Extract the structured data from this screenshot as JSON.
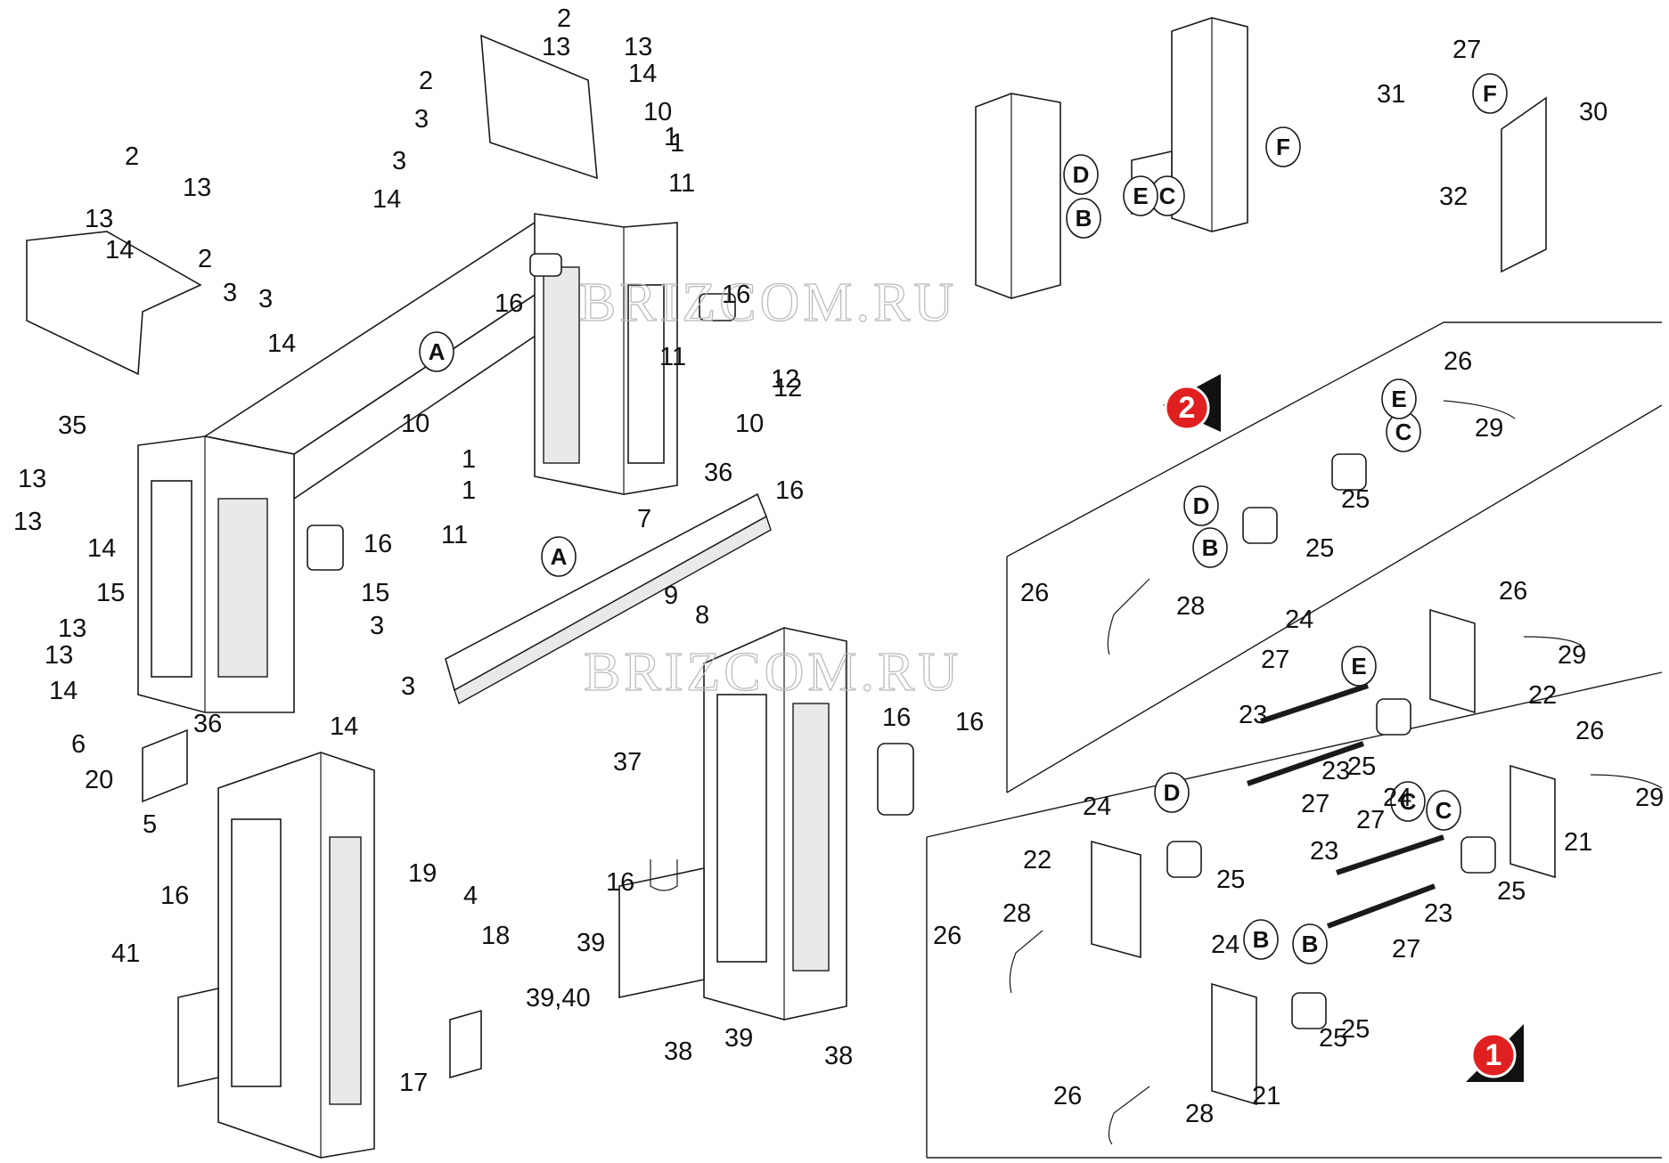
{
  "watermarks": [
    "BRIZCOM.RU",
    "BRIZCOM.RU"
  ],
  "detail_badges": [
    "1",
    "2"
  ],
  "view_bubbles": [
    "A",
    "A",
    "B",
    "B",
    "B",
    "B",
    "C",
    "C",
    "C",
    "C",
    "D",
    "D",
    "D",
    "E",
    "E",
    "E",
    "F",
    "F"
  ],
  "callouts": [
    "1",
    "1",
    "1",
    "1",
    "2",
    "2",
    "2",
    "2",
    "3",
    "3",
    "3",
    "3",
    "3",
    "3",
    "4",
    "5",
    "6",
    "7",
    "8",
    "9",
    "10",
    "10",
    "10",
    "11",
    "11",
    "11",
    "12",
    "12",
    "13",
    "13",
    "13",
    "13",
    "13",
    "13",
    "13",
    "13",
    "14",
    "14",
    "14",
    "14",
    "14",
    "14",
    "14",
    "15",
    "15",
    "16",
    "16",
    "16",
    "16",
    "16",
    "16",
    "16",
    "16",
    "17",
    "18",
    "19",
    "20",
    "21",
    "21",
    "22",
    "22",
    "23",
    "23",
    "23",
    "23",
    "24",
    "24",
    "24",
    "24",
    "25",
    "25",
    "25",
    "25",
    "25",
    "25",
    "25",
    "26",
    "26",
    "26",
    "26",
    "26",
    "26",
    "27",
    "27",
    "27",
    "27",
    "27",
    "28",
    "28",
    "28",
    "29",
    "29",
    "29",
    "30",
    "31",
    "32",
    "35",
    "36",
    "36",
    "37",
    "38",
    "38",
    "39",
    "39",
    "39,40",
    "41"
  ],
  "colors": {
    "badge": "#e02020",
    "ink": "#1a1a1a",
    "watermark": "#b8b8b8"
  }
}
